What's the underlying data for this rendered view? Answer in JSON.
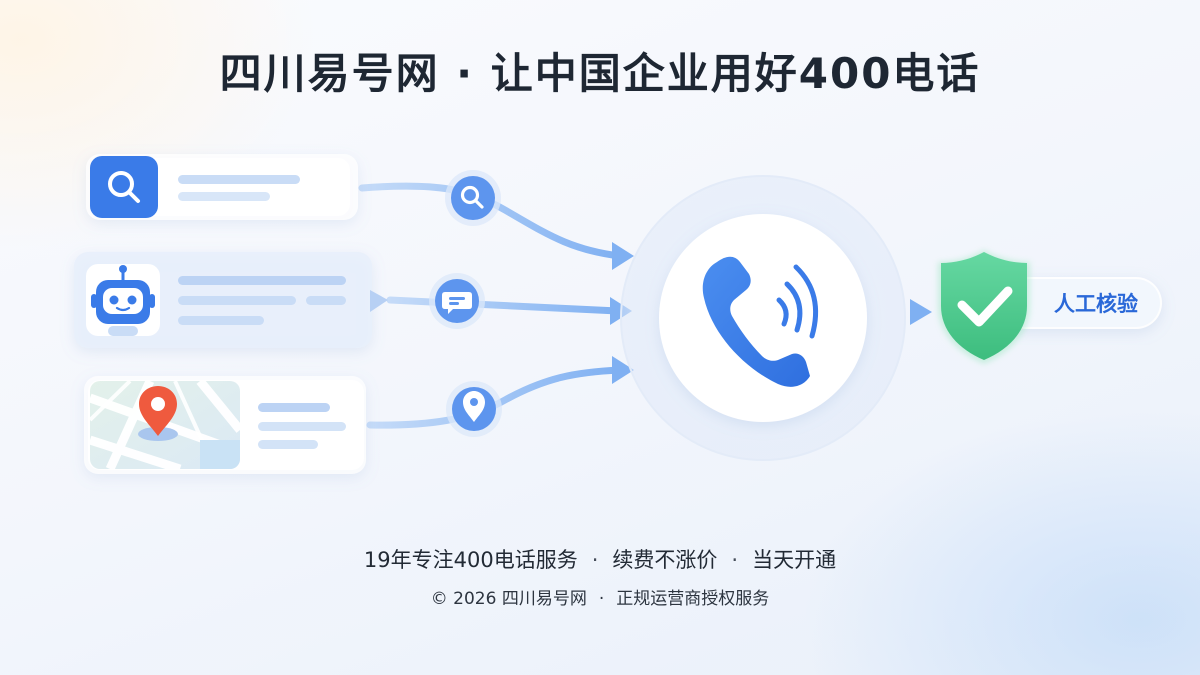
{
  "headline": "四川易号网 · 让中国企业用好400电话",
  "verify_label": "人工核验",
  "features": [
    "19年专注400电话服务",
    "续费不涨价",
    "当天开通"
  ],
  "feature_separator": "·",
  "copyright": {
    "left": "© 2026 四川易号网",
    "separator": "·",
    "right": "正规运营商授权服务"
  },
  "icons": {
    "card_1": "search-icon",
    "card_2": "robot-icon",
    "card_3": "map-pin-icon",
    "node_1": "search-icon",
    "node_2": "chat-icon",
    "node_3": "location-icon",
    "center": "phone-icon",
    "verify": "shield-check-icon"
  },
  "colors": {
    "primary_blue": "#3a7be8",
    "node_blue": "#5d95ee",
    "flow_blue": "#8cb6f3",
    "shield_green": "#4ecb8e",
    "map_pin_red": "#ef5a3e",
    "headline": "#1e2733"
  }
}
